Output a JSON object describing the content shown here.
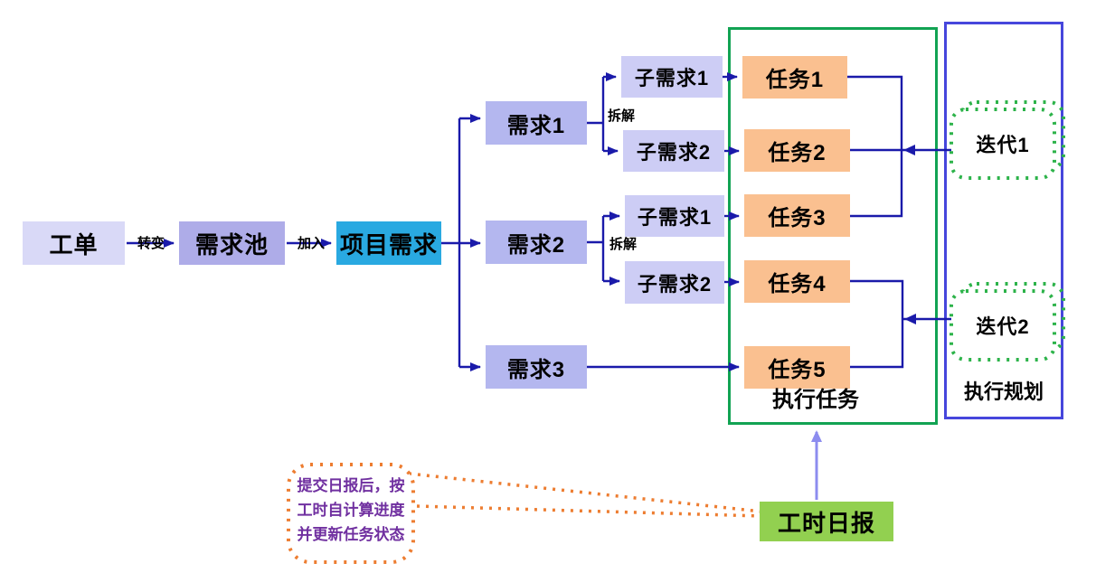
{
  "nodes": {
    "work_order": "工单",
    "requirement_pool": "需求池",
    "project_requirement": "项目需求",
    "requirement_1": "需求1",
    "requirement_2": "需求2",
    "requirement_3": "需求3",
    "sub_req_1_of_req1": "子需求1",
    "sub_req_2_of_req1": "子需求2",
    "sub_req_1_of_req2": "子需求1",
    "sub_req_2_of_req2": "子需求2",
    "task_1": "任务1",
    "task_2": "任务2",
    "task_3": "任务3",
    "task_4": "任务4",
    "task_5": "任务5",
    "iteration_1": "迭代1",
    "iteration_2": "迭代2",
    "timesheet_daily_report": "工时日报"
  },
  "edge_labels": {
    "transform": "转变",
    "join": "加入",
    "decompose_req1": "拆解",
    "decompose_req2": "拆解"
  },
  "regions": {
    "execute_tasks": "执行任务",
    "execution_planning": "执行规划"
  },
  "callout": {
    "text": "提交日报后，按\n工时自计算进度\n并更新任务状态"
  },
  "colors": {
    "arrow_navy": "#1A1AAA",
    "arrow_light_purple": "#8C8CEF",
    "work_order_fill": "#D9D9F7",
    "requirement_pool_fill": "#AEACE8",
    "project_requirement_fill": "#29A9E1",
    "requirement_fill": "#B4B7EF",
    "sub_requirement_fill": "#CDCDF5",
    "task_fill": "#FAC090",
    "timesheet_fill": "#92D050",
    "tasks_region_border": "#12A353",
    "planning_region_border": "#4646DC",
    "iteration_dots": "#2DB34A",
    "callout_dots": "#ED7D31",
    "callout_text_color": "#7030A0"
  }
}
